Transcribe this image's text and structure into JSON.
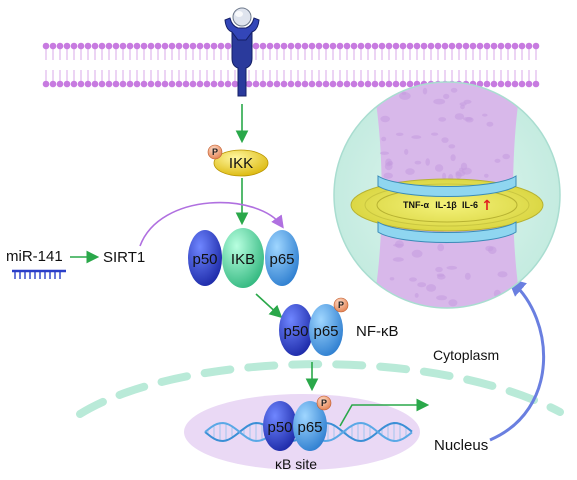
{
  "labels": {
    "ikk": "IKK",
    "phospho": "P",
    "p50": "p50",
    "ikb": "IKB",
    "p65": "p65",
    "mir": "miR-141",
    "sirt1": "SIRT1",
    "nfkb": "NF-κB",
    "cytoplasm": "Cytoplasm",
    "nucleus": "Nucleus",
    "kb_site": "κB site",
    "tnf": "TNF-α",
    "il1b": "IL-1β",
    "il6": "IL-6",
    "up_arrow": "↑"
  },
  "colors": {
    "membrane_head": "#c77be0",
    "membrane_tail": "#d9a8ea",
    "arrow": "#2aa84a",
    "p50": "#2b3fc9",
    "ikb": "#4fd6a0",
    "p65": "#3f9ce8",
    "ikk": "#f1d21a",
    "phospho": "#f0a07a",
    "nucleus_dash": "#b9ead8",
    "dna_oval": "#ead9f5",
    "dna": "#3b8fd6",
    "feedback_arrow": "#6a7fe0",
    "sirt_arrow": "#b070e0",
    "tissue_bg": "#cfeee6",
    "up_arrow": "#e02020"
  }
}
